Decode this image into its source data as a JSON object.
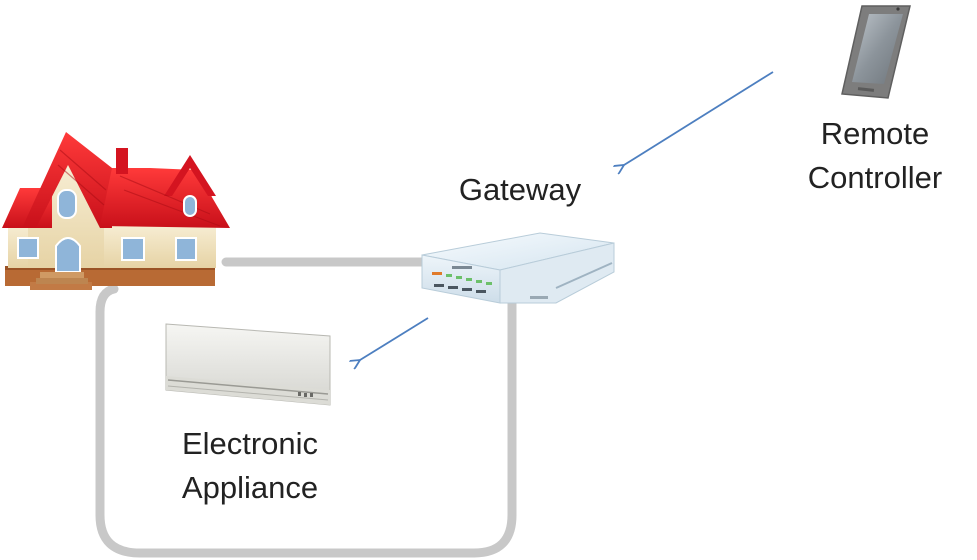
{
  "labels": {
    "gateway": "Gateway",
    "remote_line1": "Remote",
    "remote_line2": "Controller",
    "appliance_line1": "Electronic",
    "appliance_line2": "Appliance"
  },
  "icons": {
    "house": "house-icon",
    "gateway": "router-icon",
    "phone": "smartphone-icon",
    "appliance": "air-conditioner-icon"
  },
  "colors": {
    "roof": "#e8151f",
    "walls": "#f3e6c4",
    "brick": "#b86a34",
    "window": "#8fb5d9",
    "enclosure": "#c8c8c8",
    "arrow": "#4d7fc0",
    "phone_body": "#8a8a8a",
    "router_body": "#e9f2f8",
    "appliance_body": "#ececea"
  }
}
